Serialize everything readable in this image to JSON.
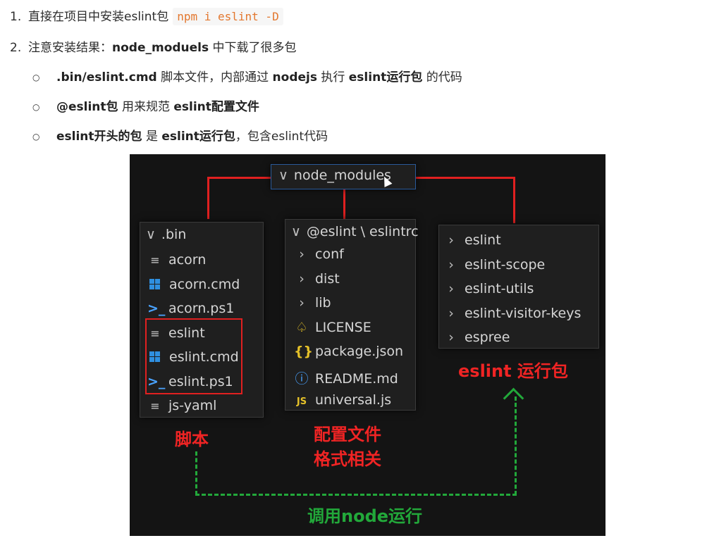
{
  "list": {
    "item1": {
      "num": "1.",
      "text": "直接在项目中安装eslint包",
      "code": "npm i eslint -D"
    },
    "item2": {
      "num": "2.",
      "text_a": "注意安装结果：",
      "text_b": "node_moduels",
      "text_c": " 中下载了很多包"
    },
    "sub": [
      {
        "b1": ".bin/eslint.cmd",
        "t1": " 脚本文件，内部通过 ",
        "b2": "nodejs",
        "t2": " 执行 ",
        "b3": "eslint运行包",
        "t3": " 的代码"
      },
      {
        "b1": "@eslint包",
        "t1": " 用来规范 ",
        "b2": "eslint配置文件"
      },
      {
        "b1": "eslint开头的包",
        "t1": " 是 ",
        "b2": "eslint运行包",
        "t2": "，包含eslint代码"
      }
    ]
  },
  "screenshot": {
    "root": {
      "chevron": "∨",
      "label": "node_modules"
    },
    "bin": {
      "header": ".bin",
      "files": [
        {
          "icon": "lines",
          "name": "acorn"
        },
        {
          "icon": "windows",
          "name": "acorn.cmd"
        },
        {
          "icon": "powershell",
          "name": "acorn.ps1"
        },
        {
          "icon": "lines",
          "name": "eslint"
        },
        {
          "icon": "windows",
          "name": "eslint.cmd"
        },
        {
          "icon": "powershell",
          "name": "eslint.ps1"
        },
        {
          "icon": "lines",
          "name": "js-yaml"
        }
      ]
    },
    "at_eslint": {
      "header": "@eslint \\ eslintrc",
      "items": [
        {
          "icon": "chevron",
          "name": "conf"
        },
        {
          "icon": "chevron",
          "name": "dist"
        },
        {
          "icon": "chevron",
          "name": "lib"
        },
        {
          "icon": "license",
          "name": "LICENSE"
        },
        {
          "icon": "json",
          "name": "package.json"
        },
        {
          "icon": "info",
          "name": "README.md"
        },
        {
          "icon": "js",
          "name": "universal.js"
        }
      ]
    },
    "eslint_pkgs": {
      "items": [
        "eslint",
        "eslint-scope",
        "eslint-utils",
        "eslint-visitor-keys",
        "espree"
      ]
    },
    "labels": {
      "script": "脚本",
      "config": "配置文件",
      "config2": "格式相关",
      "runtime": "eslint 运行包",
      "call": "调用node运行"
    },
    "colors": {
      "red": "#f02424",
      "green": "#22a83a",
      "code": "#e3772e"
    }
  }
}
